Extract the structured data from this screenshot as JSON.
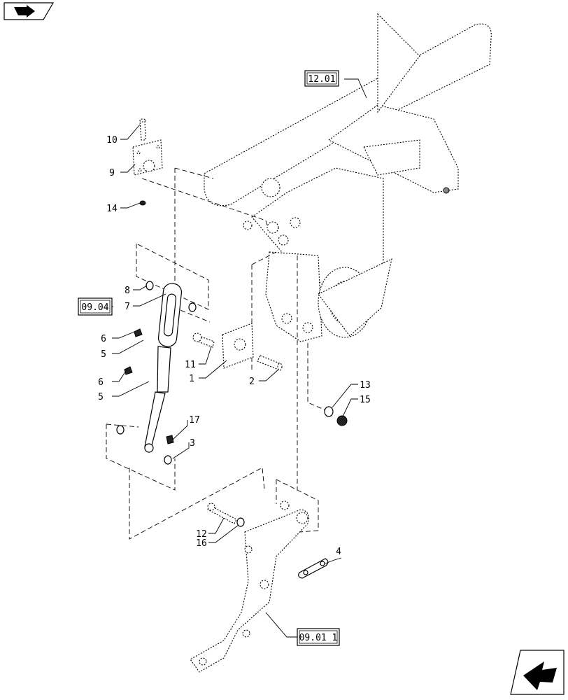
{
  "nav": {
    "top_icon": "page-nav-icon",
    "bottom_icon": "page-nav-icon"
  },
  "refs": {
    "r1201": "12.01",
    "r0904": "09.04",
    "r0901": "09.01 1"
  },
  "callouts": {
    "c1": "1",
    "c2": "2",
    "c3": "3",
    "c4": "4",
    "c5a": "5",
    "c5b": "5",
    "c6a": "6",
    "c6b": "6",
    "c7": "7",
    "c8": "8",
    "c9": "9",
    "c10": "10",
    "c11": "11",
    "c12": "12",
    "c13": "13",
    "c14": "14",
    "c15": "15",
    "c16": "16",
    "c17": "17"
  }
}
